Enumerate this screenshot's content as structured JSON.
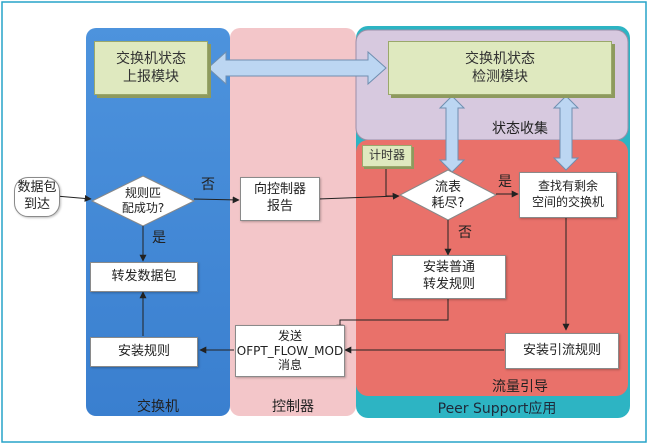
{
  "columns": {
    "switch": "交换机",
    "controller": "控制器",
    "peer_support": "Peer Support应用",
    "flow_guide": "流量引导",
    "state_collect": "状态收集"
  },
  "nodes": {
    "packet_arrive": "数据包\n到达",
    "rule_match": "规则匹\n配成功?",
    "forward_packet": "转发数据包",
    "install_rule": "安装规则",
    "report_controller": "向控制器\n报告",
    "send_flowmod": "发送\nOFPT_FLOW_MOD\n消息",
    "switch_report_module": "交换机状态\n上报模块",
    "switch_detect_module": "交换机状态\n检测模块",
    "timer": "计时器",
    "flow_table_full": "流表\n耗尽?",
    "install_normal_rule": "安装普通\n转发规则",
    "find_switch": "查找有剩余\n空间的交换机",
    "install_guide_rule": "安装引流规则"
  },
  "edge_labels": {
    "no1": "否",
    "yes1": "是",
    "no2": "否",
    "yes2": "是"
  },
  "colors": {
    "switch_panel": "#3f86d6",
    "controller_panel": "#f3c6c9",
    "peer_panel": "#2db4c3",
    "flow_panel": "#e9716a",
    "state_panel": "#d7c9df",
    "arrow_fill": "#bcd6f2"
  }
}
